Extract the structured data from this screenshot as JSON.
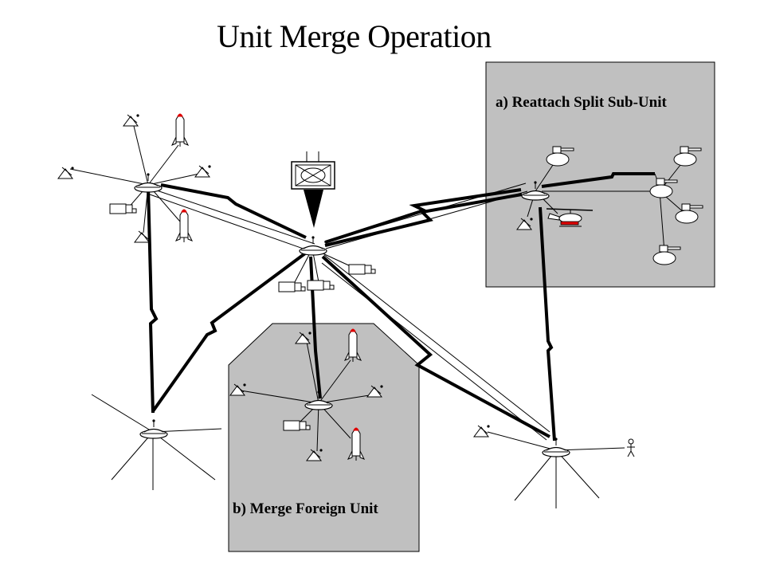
{
  "title": "Unit Merge Operation",
  "regions": {
    "reattach": {
      "label": "a) Reattach Split Sub-Unit",
      "fill": "#c0c0c0"
    },
    "merge": {
      "label": "b) Merge Foreign Unit",
      "fill": "#c0c0c0"
    }
  },
  "colors": {
    "line": "#000000",
    "missile_tip": "#e00000",
    "icon_fill": "#ffffff"
  },
  "icons": [
    "router-node-icon",
    "antenna-icon",
    "missile-icon",
    "vehicle-icon",
    "tank-icon",
    "helicopter-icon",
    "soldier-icon",
    "command-post-icon"
  ]
}
